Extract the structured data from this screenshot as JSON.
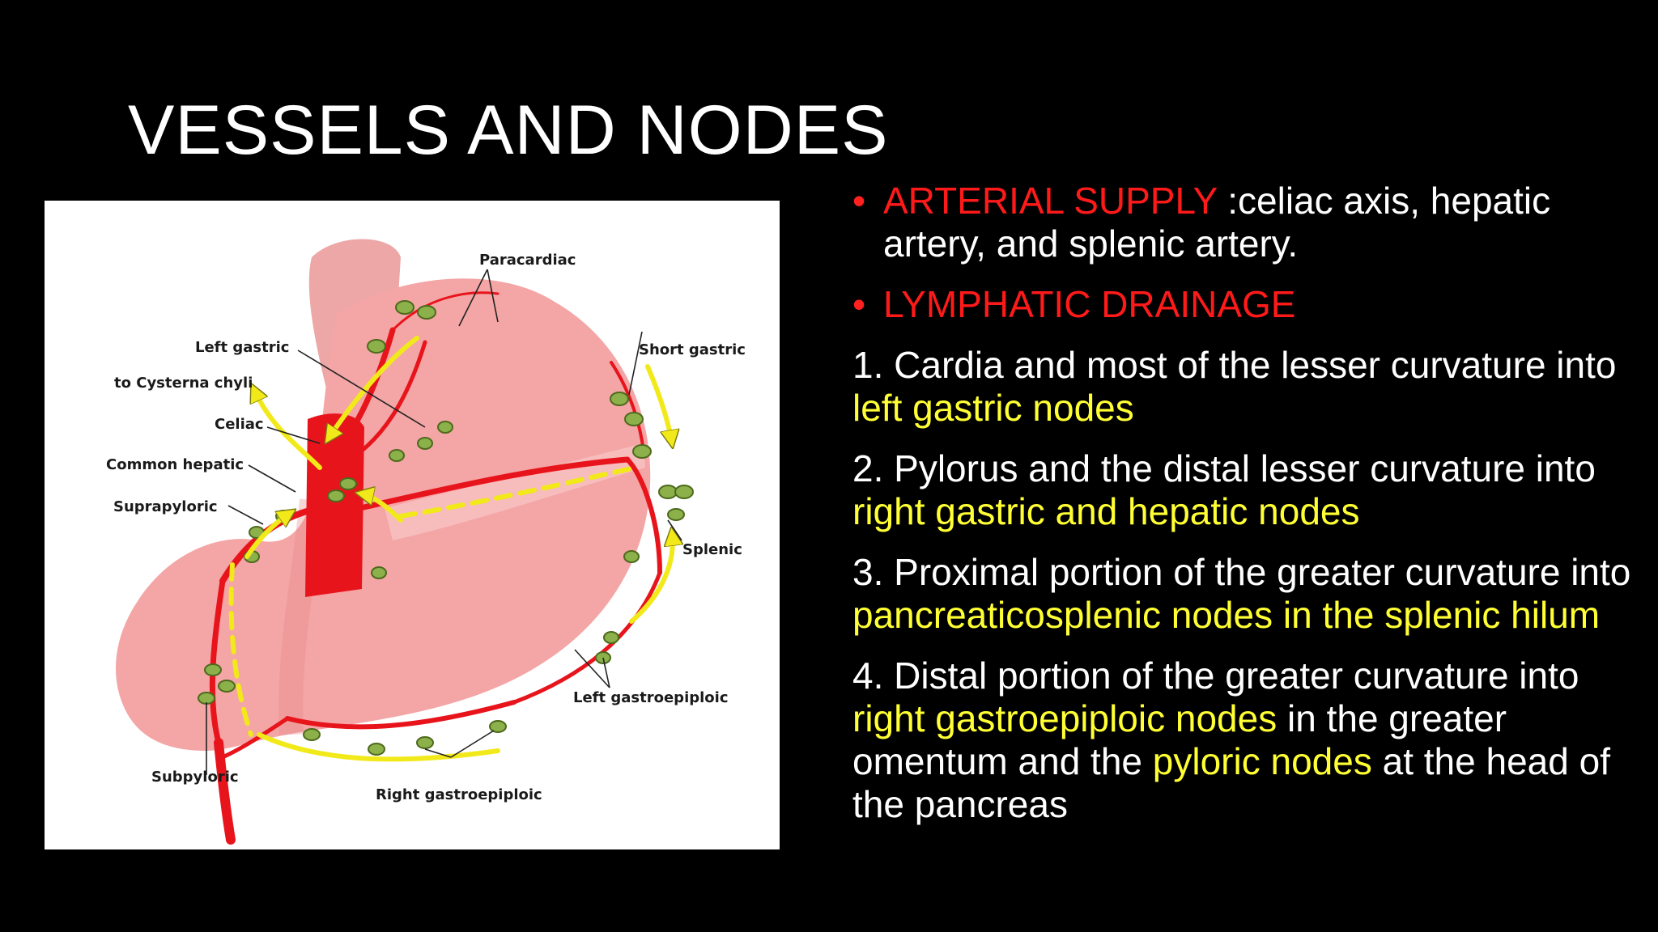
{
  "slide": {
    "title": "VESSELS AND NODES"
  },
  "figure": {
    "labels": {
      "paracardiac": "Paracardiac",
      "left_gastric": "Left gastric",
      "cysterna_chyli": "to Cysterna chyli",
      "celiac": "Celiac",
      "common_hepatic": "Common hepatic",
      "suprapyloric": "Suprapyloric",
      "short_gastric": "Short gastric",
      "splenic": "Splenic",
      "left_gastroepiploic": "Left gastroepiploic",
      "right_gastroepiploic": "Right gastroepiploic",
      "subpyloric": "Subpyloric"
    },
    "colors": {
      "stomach": "#f4a5a5",
      "artery": "#e8141c",
      "node": "#8cb04a",
      "arrow": "#f2e91a"
    }
  },
  "content": {
    "bullets": [
      {
        "marker": "•",
        "highlight": "ARTERIAL SUPPLY",
        "text": " :celiac axis, hepatic artery, and splenic artery."
      },
      {
        "marker": "•",
        "highlight": "LYMPHATIC DRAINAGE",
        "text": ""
      }
    ],
    "items": [
      {
        "text_a": "1. Cardia and most of the lesser curvature into ",
        "hl_a": "left gastric nodes"
      },
      {
        "text_a": "2. Pylorus and the distal lesser curvature into  ",
        "hl_a": "right gastric and hepatic nodes"
      },
      {
        "text_a": "3. Proximal portion of the greater curvature into ",
        "hl_a": "pancreaticosplenic nodes in the splenic hilum"
      },
      {
        "text_a": "4. Distal portion of the greater curvature into  ",
        "hl_a": "right gastroepiploic nodes",
        "text_b": " in the greater omentum and the ",
        "hl_b": "pyloric nodes",
        "text_c": " at the head of the pancreas"
      }
    ]
  }
}
